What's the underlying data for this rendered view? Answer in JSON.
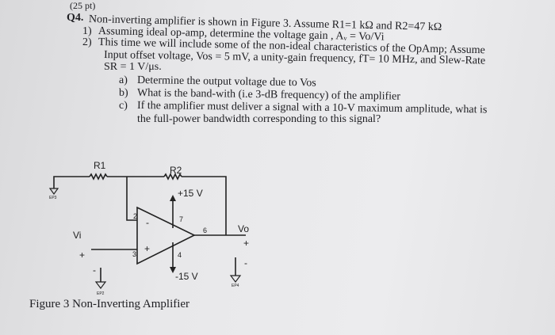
{
  "points": "(25 pt)",
  "question": {
    "number": "Q4.",
    "intro": "Non-inverting amplifier is shown in Figure 3. Assume R1=1 kΩ and R2=47 kΩ",
    "items": [
      {
        "num": "1)",
        "text": "Assuming ideal op-amp, determine the voltage gain , Aᵥ = Vo/Vi"
      },
      {
        "num": "2)",
        "text": "This time we will include some of the non-ideal characteristics of the OpAmp; Assume",
        "cont1": "Input offset voltage, Vos = 5 mV, a unity-gain frequency, fT= 10 MHz, and Slew-Rate",
        "cont2": "SR = 1 V/μs."
      }
    ],
    "subitems": [
      {
        "num": "a)",
        "text": "Determine the output voltage due to Vos"
      },
      {
        "num": "b)",
        "text": "What is the band-with (i.e 3-dB frequency) of the amplifier"
      },
      {
        "num": "c)",
        "text": "If the amplifier must deliver a signal with a 10-V maximum amplitude, what is",
        "cont": "the full-power bandwidth corresponding to this signal?"
      }
    ]
  },
  "circuit": {
    "r1": "R1",
    "r2": "R2",
    "vplus": "+15 V",
    "vminus": "-15 V",
    "pin2": "2",
    "pin3": "3",
    "pin4": "4",
    "pin6": "6",
    "pin7": "7",
    "inv": "-",
    "noninv": "+",
    "vi": "Vi",
    "vi_plus": "+",
    "vi_minus": "-",
    "vo": "Vo",
    "vo_plus": "+",
    "vo_minus": "-",
    "ep2": "EP2",
    "ep3": "EP3",
    "ep4": "EP4"
  },
  "caption": "Figure 3 Non-Inverting Amplifier"
}
